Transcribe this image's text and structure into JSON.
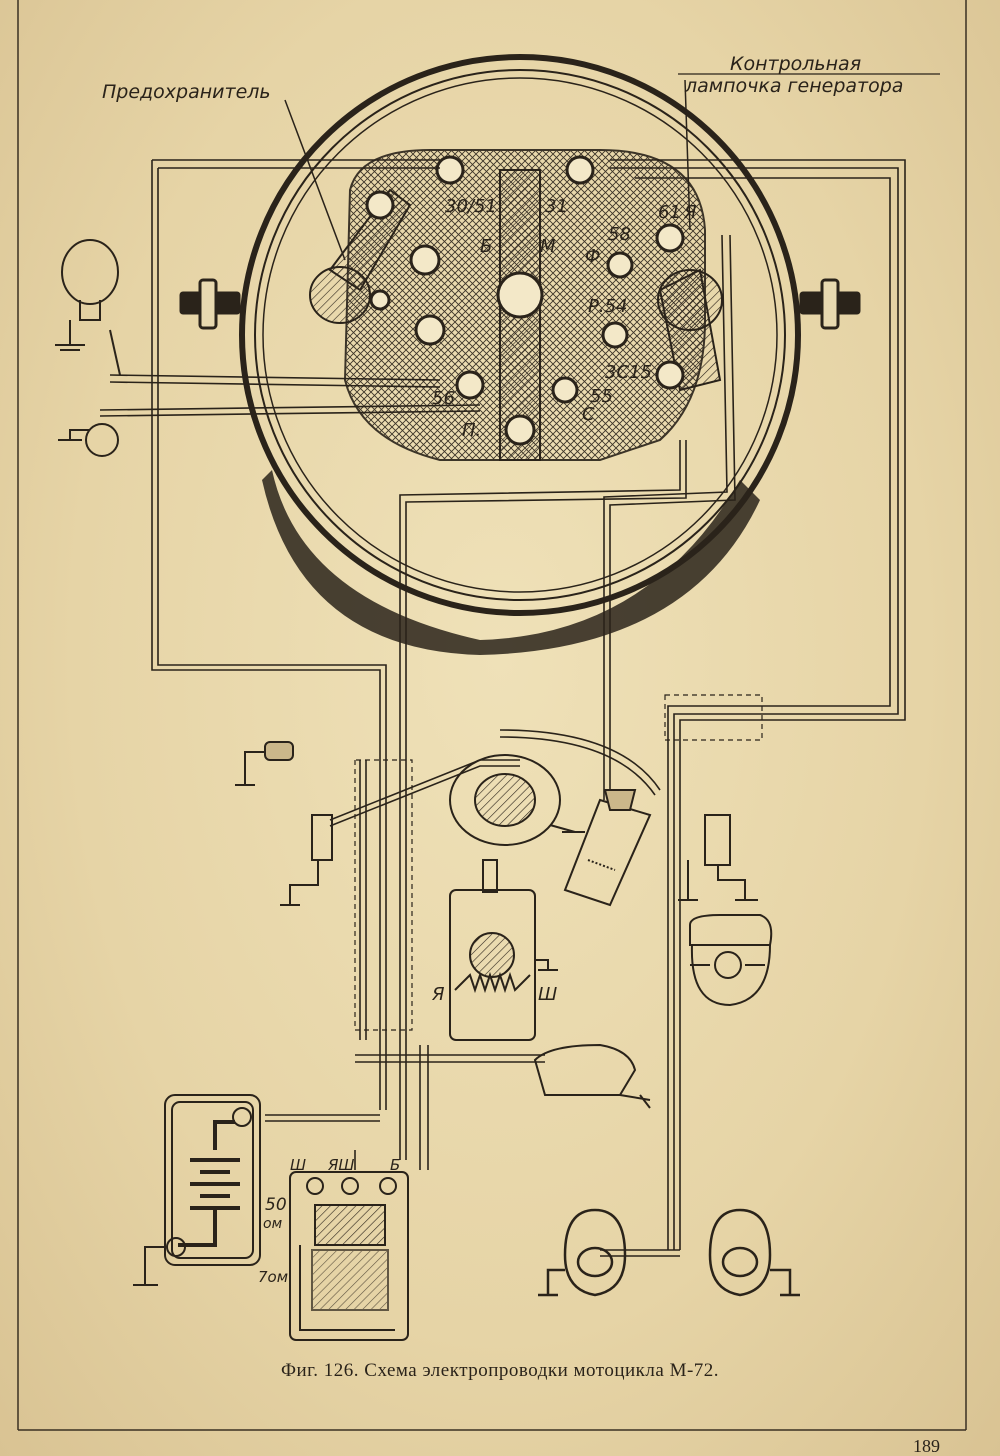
{
  "labels": {
    "fuse": "Предохранитель",
    "lamp_line1": "Контрольная",
    "lamp_line2": "лампочка генератора"
  },
  "terminals": {
    "t30_51": "30/51",
    "t31": "31",
    "tB": "Б",
    "tM": "М",
    "t61": "61",
    "tYa": "Я",
    "t58": "58",
    "tF": "Ф",
    "t54": "Р.54",
    "t56": "56",
    "t15": "3С15",
    "t55": "55",
    "tS": "С",
    "tP": "П."
  },
  "generator": {
    "ya": "Я",
    "sh": "Ш"
  },
  "relay": {
    "sh": "Ш",
    "yash": "ЯШ",
    "b": "Б",
    "r50a": "50",
    "r50b": "ом",
    "r70": "7ом"
  },
  "caption": "Фиг. 126. Схема электропроводки мотоцикла М-72.",
  "page_number": "189",
  "colors": {
    "paper": "#e8d9b0",
    "ink": "#2a231a"
  }
}
